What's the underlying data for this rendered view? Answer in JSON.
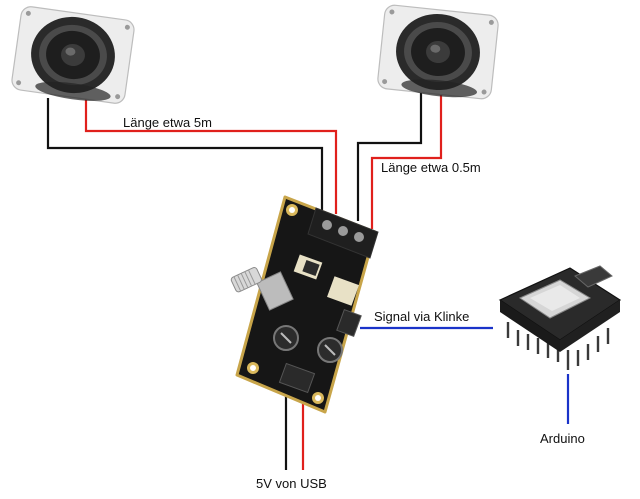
{
  "labels": {
    "length_long": "Länge etwa 5m",
    "length_short": "Länge etwa 0.5m",
    "signal": "Signal via Klinke",
    "arduino": "Arduino",
    "power": "5V von USB"
  },
  "components": [
    {
      "name": "speaker-left-icon"
    },
    {
      "name": "speaker-right-icon"
    },
    {
      "name": "amplifier-board-icon"
    },
    {
      "name": "mp3-player-module-icon"
    }
  ],
  "colors": {
    "wire_black": "#111111",
    "wire_red": "#e0201c",
    "wire_blue": "#1a33c9",
    "pcb": "#161616",
    "pcb_edge": "#c8a54a"
  }
}
